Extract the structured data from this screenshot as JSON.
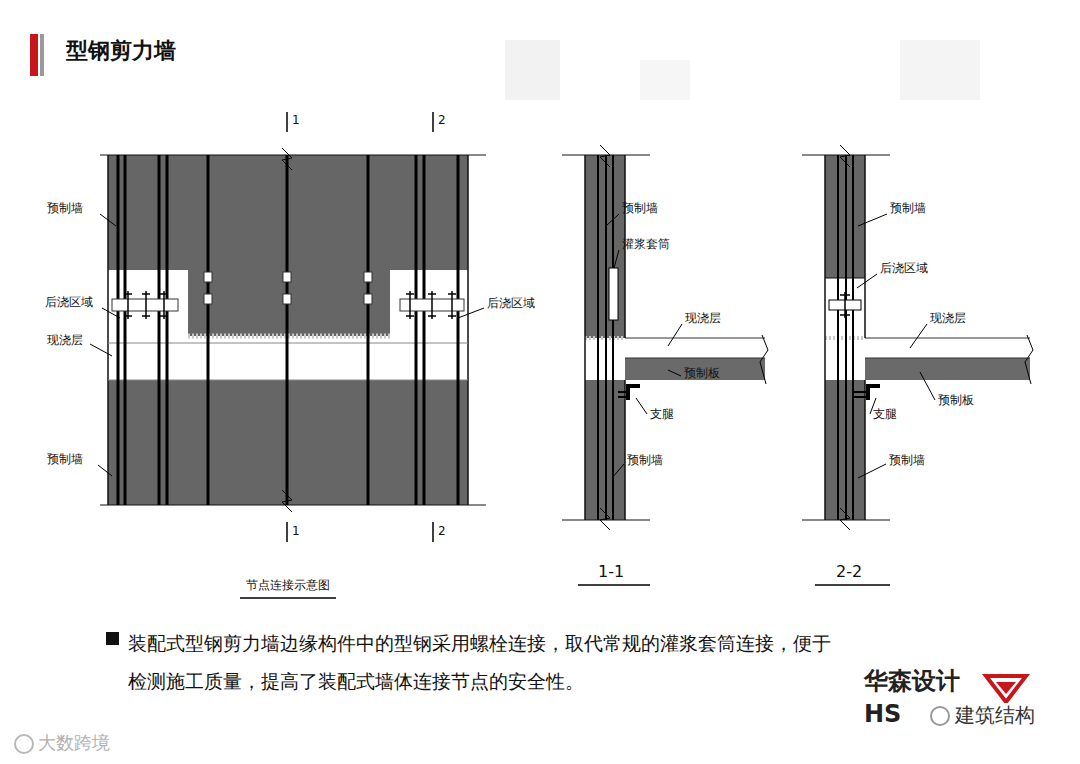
{
  "diagram": {
    "title": "型钢剪力墙",
    "caption": "装配式型钢剪力墙边缘构件中的型钢采用螺栓连接，取代常规的灌浆套筒连接，便于检测施工质量，提高了装配式墙体连接节点的安全性。",
    "labels": [
      "预制墙",
      "后浇区域",
      "现浇层",
      "后浇区域",
      "预制墙",
      "1",
      "2",
      "1",
      "2",
      "节点连接示意图",
      "预制墙",
      "灌浆套筒",
      "现浇层",
      "预制板",
      "支腿",
      "预制墙",
      "1-1",
      "预制墙",
      "后浇区域",
      "现浇层",
      "预制板",
      "支腿",
      "预制墙",
      "2-2",
      "华森设计",
      "HS",
      "建筑结构",
      "大数跨境"
    ]
  }
}
